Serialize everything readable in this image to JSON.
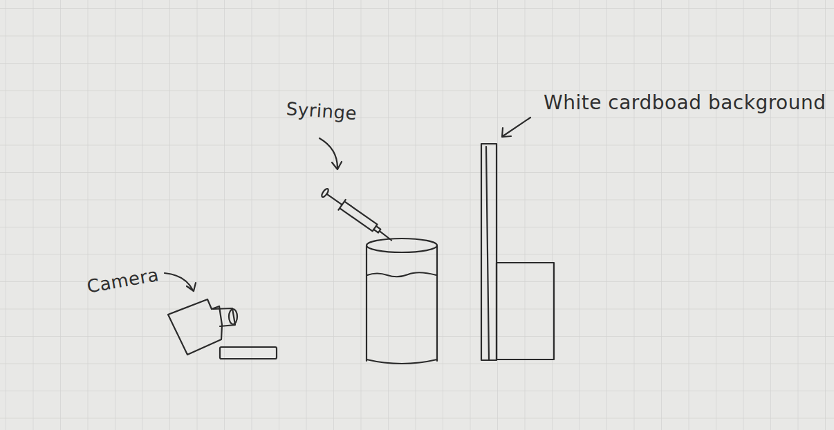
{
  "diagram": {
    "labels": [
      "Syringe",
      "White cardboad background",
      "Camera"
    ]
  }
}
